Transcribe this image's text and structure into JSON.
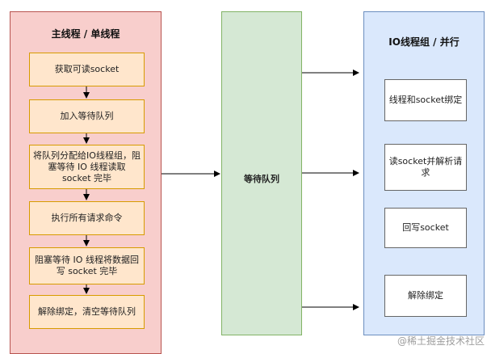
{
  "main_column": {
    "title": "主线程 / 单线程",
    "steps": [
      "获取可读socket",
      "加入等待队列",
      "将队列分配给IO线程组，阻塞等待 IO 线程读取 socket 完毕",
      "执行所有请求命令",
      "阻塞等待 IO 线程将数据回写 socket 完毕",
      "解除绑定，清空等待队列"
    ]
  },
  "queue_column": {
    "label": "等待队列"
  },
  "io_column": {
    "title": "IO线程组 / 并行",
    "steps": [
      "线程和socket绑定",
      "读socket并解析请求",
      "回写socket",
      "解除绑定"
    ]
  },
  "watermark": "@稀土掘金技术社区"
}
